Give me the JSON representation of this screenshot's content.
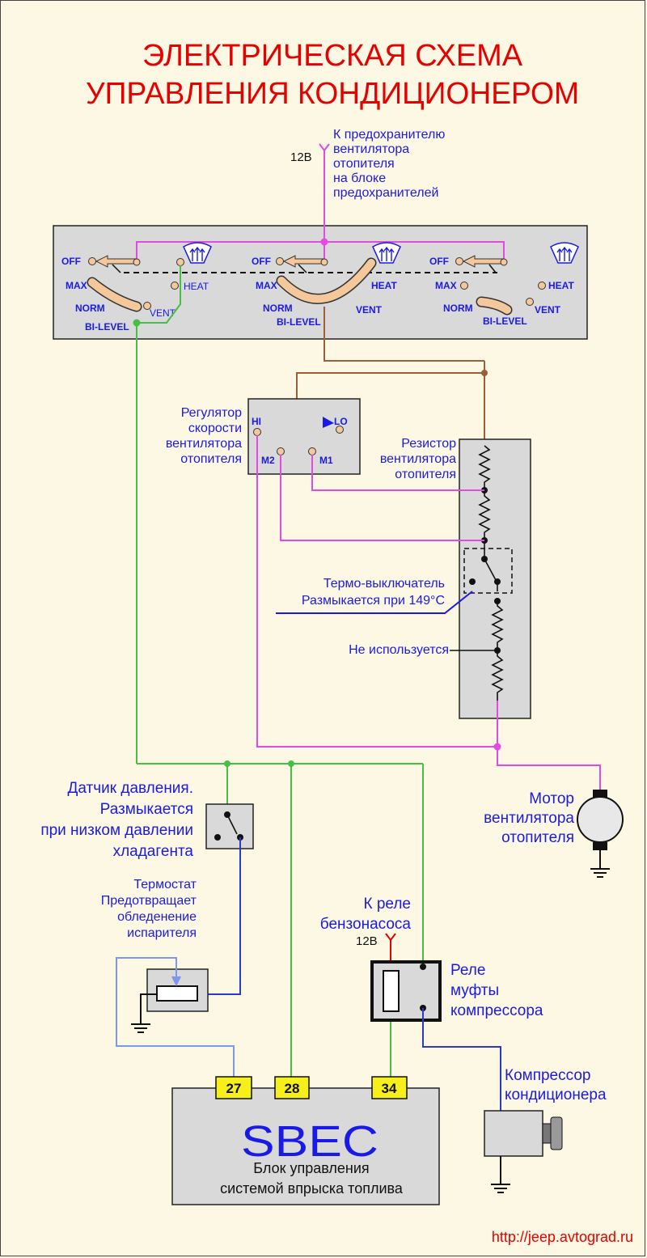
{
  "title": {
    "line1": "ЭЛЕКТРИЧЕСКАЯ СХЕМА",
    "line2": "УПРАВЛЕНИЯ КОНДИЦИОНЕРОМ"
  },
  "fuse": {
    "voltage": "12В",
    "lines": [
      "К предохранителю",
      "вентилятора",
      "отопителя",
      "на блоке",
      "предохранителей"
    ]
  },
  "switch_panel": {
    "off": "OFF",
    "max": "MAX",
    "norm": "NORM",
    "bilevel": "BI-LEVEL",
    "vent": "VENT",
    "heat": "HEAT"
  },
  "regulator": {
    "lines": [
      "Регулятор",
      "скорости",
      "вентилятора",
      "отопителя"
    ],
    "hi": "HI",
    "lo": "LO",
    "m2": "M2",
    "m1": "M1"
  },
  "resistor": {
    "lines": [
      "Резистор",
      "вентилятора",
      "отопителя"
    ]
  },
  "thermo_switch": {
    "lines": [
      "Термо-выключатель",
      "Размыкается при 149°C"
    ]
  },
  "not_used": "Не используется",
  "pressure_sensor": {
    "lines": [
      "Датчик давления.",
      "Размыкается",
      "при низком давлении",
      "хладагента"
    ]
  },
  "thermostat": {
    "lines": [
      "Термостат",
      "Предотвращает",
      "обледенение",
      "испарителя"
    ]
  },
  "motor": {
    "lines": [
      "Мотор",
      "вентилятора",
      "отопителя"
    ]
  },
  "fuel_pump": {
    "lines": [
      "К реле",
      "бензонасоса"
    ],
    "voltage": "12В"
  },
  "clutch_relay": {
    "lines": [
      "Реле",
      "муфты",
      "компрессора"
    ]
  },
  "compressor": {
    "lines": [
      "Компрессор",
      "кондиционера"
    ]
  },
  "sbec": {
    "pins": [
      "27",
      "28",
      "34"
    ],
    "name": "SBEC",
    "lines": [
      "Блок управления",
      "системой впрыска топлива"
    ]
  },
  "url": "http://jeep.avtograd.ru",
  "colors": {
    "title": "#e60000",
    "label": "#1a1ae6",
    "wire_magenta": "#e34ae3",
    "wire_green": "#44c044",
    "wire_brown": "#9a6038",
    "wire_blue": "#2a3ad0",
    "wire_lightblue": "#7f95f0",
    "wire_red": "#e60000",
    "pin_fill": "#f7ef1a"
  }
}
